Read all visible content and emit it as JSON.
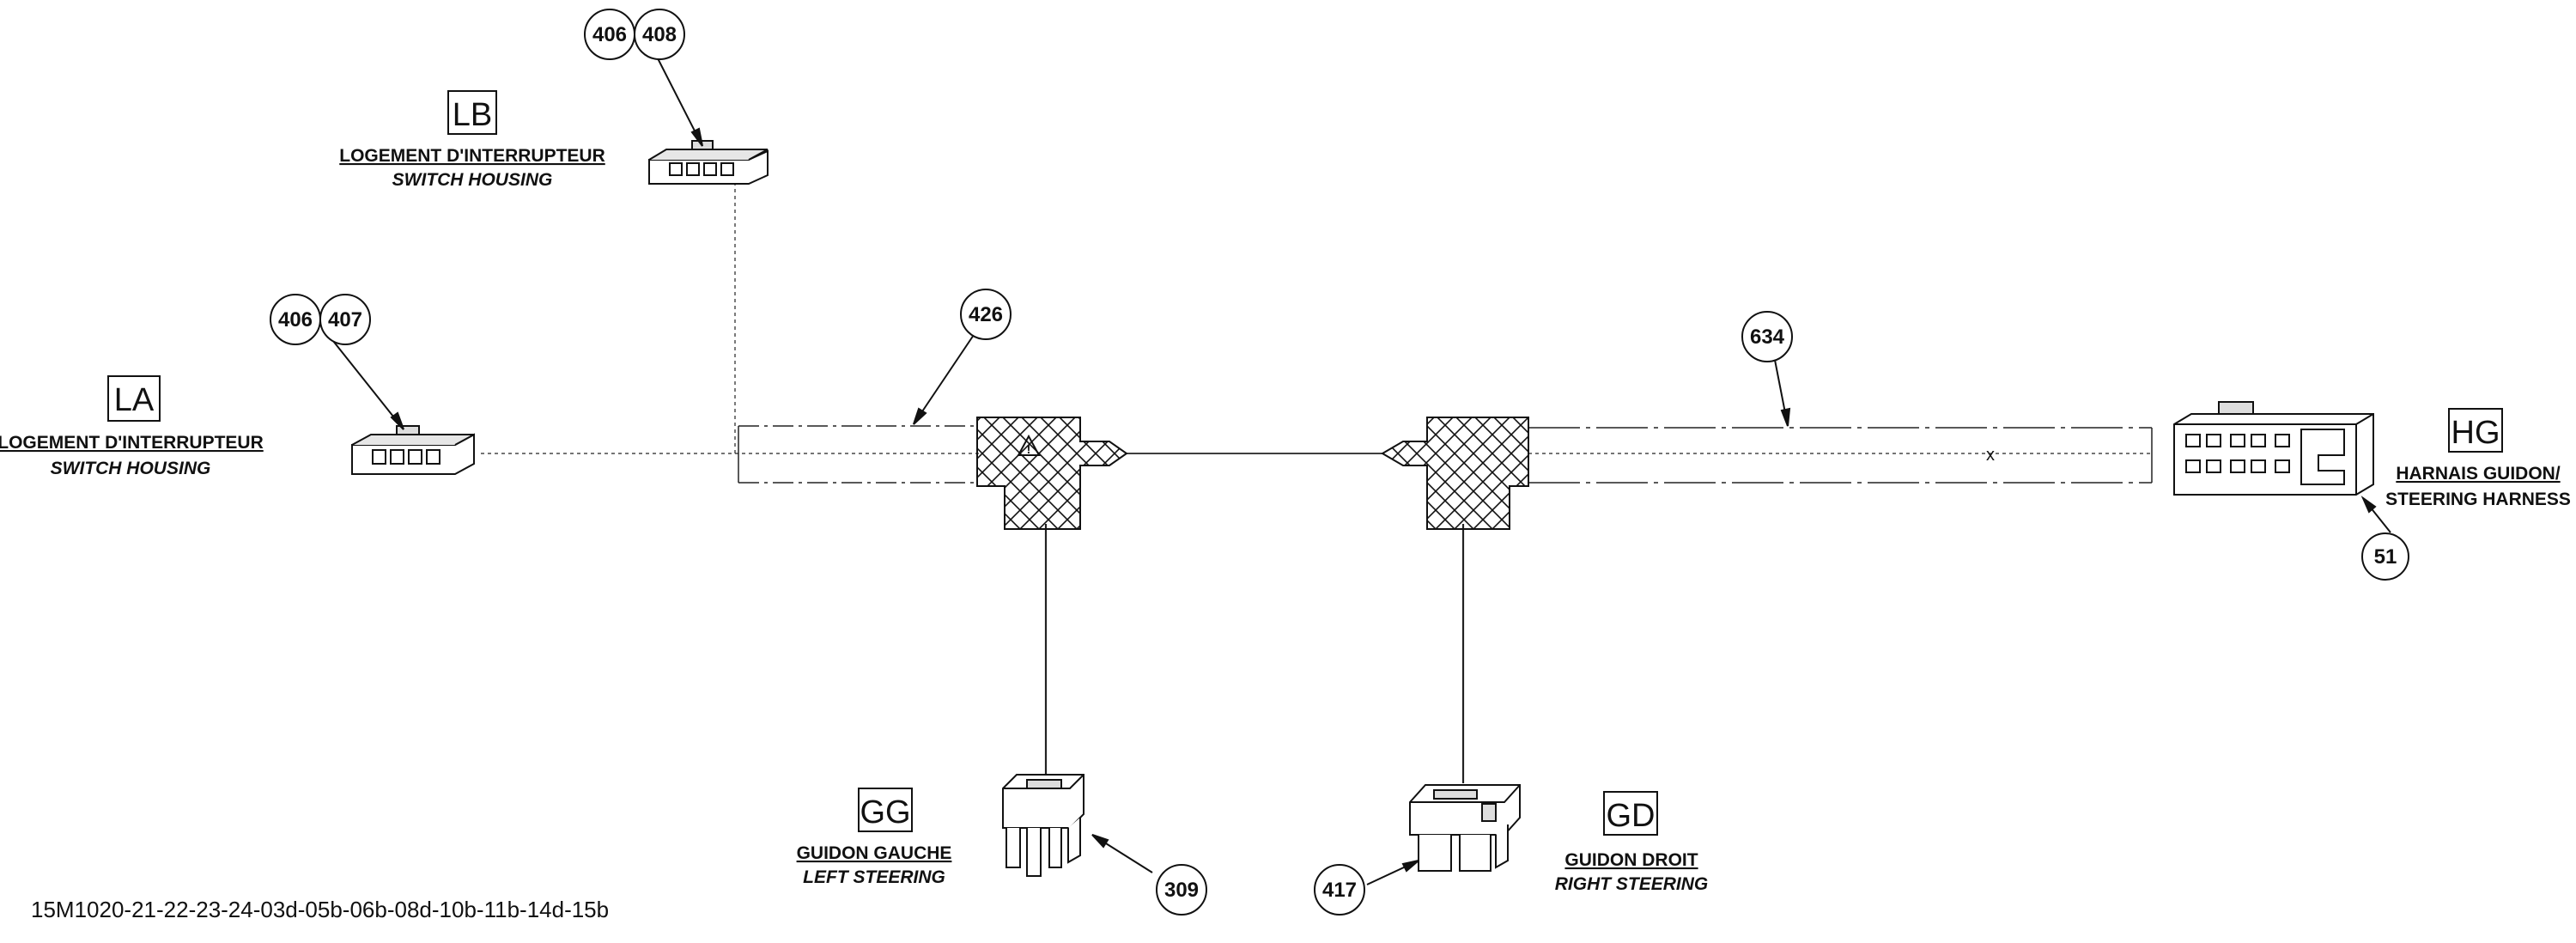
{
  "callouts": {
    "c406a": "406",
    "c408": "408",
    "c406b": "406",
    "c407": "407",
    "c426": "426",
    "c634": "634",
    "c51": "51",
    "c309": "309",
    "c417": "417"
  },
  "connectors": {
    "lb": {
      "code": "LB",
      "fr": "LOGEMENT D'INTERRUPTEUR",
      "en": "SWITCH HOUSING"
    },
    "la": {
      "code": "LA",
      "fr": "LOGEMENT D'INTERRUPTEUR",
      "en": "SWITCH HOUSING"
    },
    "hg": {
      "code": "HG",
      "fr": "HARNAIS GUIDON/",
      "en": "STEERING HARNESS"
    },
    "gg": {
      "code": "GG",
      "fr": "GUIDON GAUCHE",
      "en": "LEFT STEERING"
    },
    "gd": {
      "code": "GD",
      "fr": "GUIDON DROIT",
      "en": "RIGHT STEERING"
    }
  },
  "marks": {
    "x_mark": "x",
    "warning": "!"
  },
  "drawing_code": "15M1020-21-22-23-24-03d-05b-06b-08d-10b-11b-14d-15b"
}
